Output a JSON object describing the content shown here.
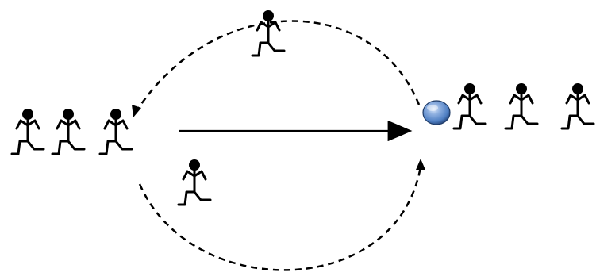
{
  "colors": {
    "line": "#000000",
    "figure": "#000000",
    "ball_light": "#a7c4ea",
    "ball_mid": "#4f7fc3",
    "ball_dark": "#2c4f86",
    "ball_outline": "#1e3a66"
  },
  "icons": {
    "runner": "stick-figure-runner-icon",
    "ball": "ball-icon"
  },
  "diagram": {
    "description_of_elements": [],
    "left_group_count": 3,
    "right_group_count": 3,
    "middle_runners": 2
  }
}
